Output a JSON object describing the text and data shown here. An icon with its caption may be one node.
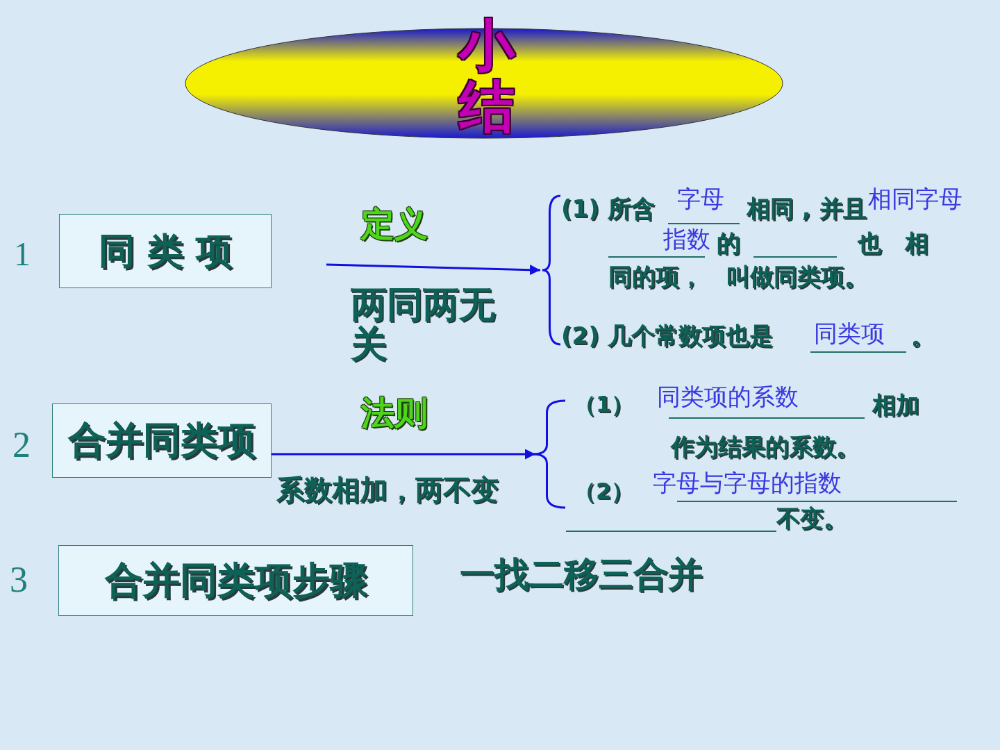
{
  "diagram": {
    "nodes": [
      {
        "text": [
          "小结"
        ]
      },
      {
        "text": [
          "同 类 项"
        ]
      },
      {
        "text": [
          "合并同类项"
        ]
      },
      {
        "text": [
          "合并同类项步骤"
        ]
      },
      {
        "text": [],
        "shape": "brace"
      },
      {
        "text": [],
        "shape": "brace"
      }
    ],
    "edges": [
      {
        "from": null,
        "to": 4,
        "arrow": "to"
      },
      {
        "from": 2,
        "to": 5,
        "arrow": "to"
      }
    ],
    "labels": [
      "1",
      "定义",
      "两同两无关",
      "(1) 所含",
      "字母",
      "相同 , 并且",
      "相同字母",
      "指数",
      "的",
      "也　相",
      "同的项，　叫做同类项。",
      "(2) 几个常数项也是",
      "同类项",
      "。",
      "2",
      "法则",
      "系数相加，两不变",
      "（1）",
      "同类项的系数",
      "相加",
      "作为结果的系数。",
      "（2）",
      "字母与字母的指数",
      "不变。",
      "3",
      "一找二移三合并"
    ]
  }
}
